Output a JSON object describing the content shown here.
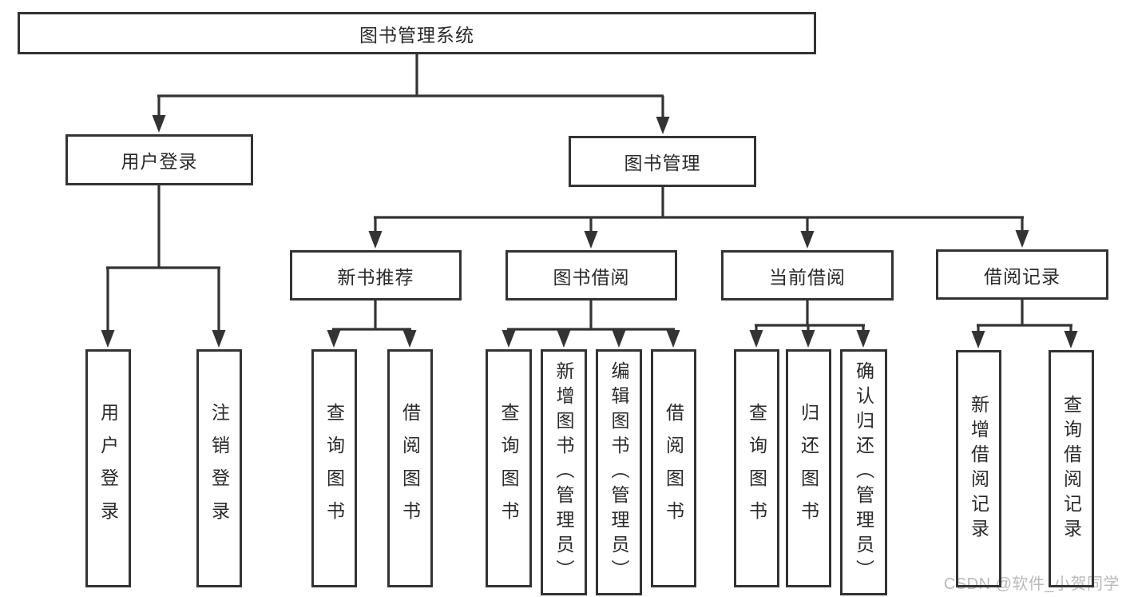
{
  "diagram": {
    "title": "图书管理系统",
    "tree": {
      "id": "root",
      "label": "图书管理系统",
      "children": [
        {
          "id": "user-login",
          "label": "用户登录",
          "children": [
            {
              "id": "user-login-action",
              "label": "用户登录"
            },
            {
              "id": "logout-action",
              "label": "注销登录"
            }
          ]
        },
        {
          "id": "book-management",
          "label": "图书管理",
          "children": [
            {
              "id": "new-book-recommend",
              "label": "新书推荐",
              "children": [
                {
                  "id": "nb-query-book",
                  "label": "查询图书"
                },
                {
                  "id": "nb-borrow-book",
                  "label": "借阅图书"
                }
              ]
            },
            {
              "id": "book-borrow",
              "label": "图书借阅",
              "children": [
                {
                  "id": "bb-query-book",
                  "label": "查询图书"
                },
                {
                  "id": "bb-add-book",
                  "label": "新增图书（管理员）"
                },
                {
                  "id": "bb-edit-book",
                  "label": "编辑图书（管理员）"
                },
                {
                  "id": "bb-borrow-book",
                  "label": "借阅图书"
                }
              ]
            },
            {
              "id": "current-borrow",
              "label": "当前借阅",
              "children": [
                {
                  "id": "cb-query-book",
                  "label": "查询图书"
                },
                {
                  "id": "cb-return-book",
                  "label": "归还图书"
                },
                {
                  "id": "cb-confirm-return",
                  "label": "确认归还（管理员）"
                }
              ]
            },
            {
              "id": "borrow-records",
              "label": "借阅记录",
              "children": [
                {
                  "id": "br-add-record",
                  "label": "新增借阅记录"
                },
                {
                  "id": "br-query-record",
                  "label": "查询借阅记录"
                }
              ]
            }
          ]
        }
      ]
    }
  },
  "colors": {
    "line": "#333333",
    "box_background": "#ffffff",
    "text": "#2a2a2a",
    "watermark": "#b9b9b9"
  },
  "watermark": {
    "text": "CSDN @软件_小贺同学"
  }
}
